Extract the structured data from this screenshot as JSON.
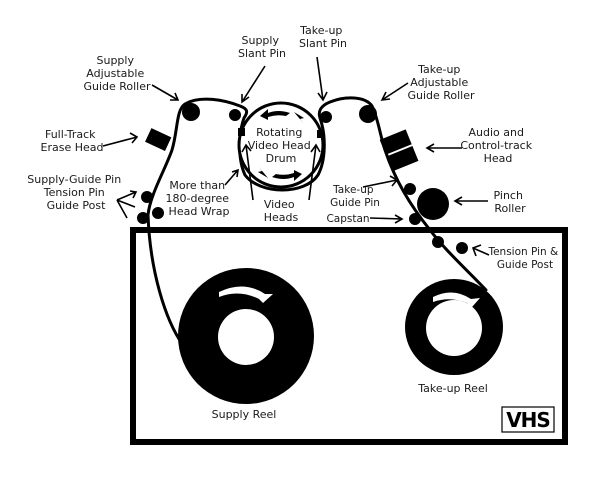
{
  "diagram": {
    "title": "VHS tape path diagram",
    "colors": {
      "ink": "#000000",
      "background": "#ffffff",
      "text": "#1a1a1a"
    },
    "labels": {
      "supply_adjustable_guide_roller": [
        "Supply",
        "Adjustable",
        "Guide Roller"
      ],
      "supply_slant_pin": [
        "Supply",
        "Slant Pin"
      ],
      "takeup_slant_pin": [
        "Take-up",
        "Slant Pin"
      ],
      "takeup_adjustable_guide_roller": [
        "Take-up",
        "Adjustable",
        "Guide Roller"
      ],
      "full_track_erase_head": [
        "Full-Track",
        "Erase Head"
      ],
      "rotating_video_head_drum": [
        "Rotating",
        "Video Head",
        "Drum"
      ],
      "audio_control_track_head": [
        "Audio and",
        "Control-track",
        "Head"
      ],
      "supply_guide_pins": [
        "Supply-Guide Pin",
        "Tension Pin",
        "Guide Post"
      ],
      "head_wrap": [
        "More than",
        "180-degree",
        "Head Wrap"
      ],
      "video_heads": [
        "Video",
        "Heads"
      ],
      "takeup_guide_pin": [
        "Take-up",
        "Guide Pin"
      ],
      "capstan": [
        "Capstan"
      ],
      "pinch_roller": [
        "Pinch",
        "Roller"
      ],
      "tension_pin_guide_post": [
        "Tension Pin &",
        "Guide Post"
      ],
      "supply_reel": [
        "Supply Reel"
      ],
      "takeup_reel": [
        "Take-up Reel"
      ],
      "logo": "VHS"
    }
  }
}
